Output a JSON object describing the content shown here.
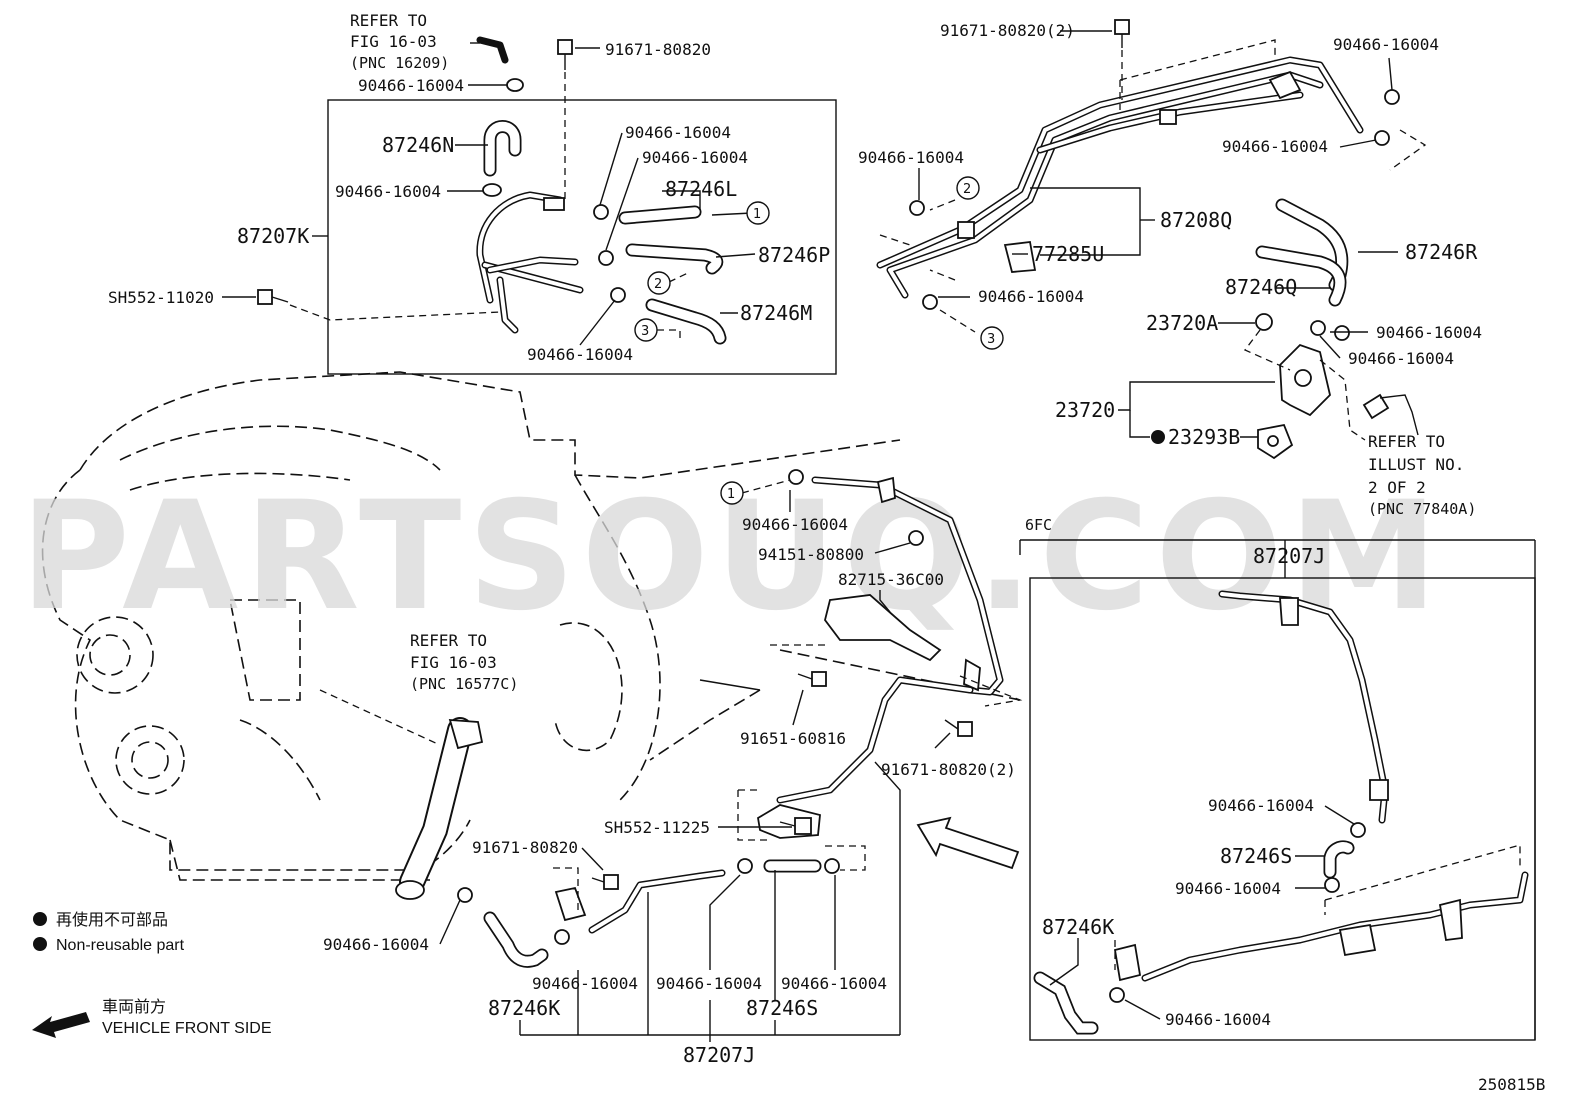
{
  "watermark": "PARTSOUQ.COM",
  "diagram_id": "250815B",
  "refs": {
    "ref1": [
      "REFER TO",
      "FIG 16-03",
      "(PNC 16209)"
    ],
    "ref2": [
      "REFER TO",
      "FIG 16-03",
      "(PNC 16577C)"
    ],
    "ref3": [
      "REFER TO",
      "ILLUST NO.",
      "2 OF 2",
      "(PNC 77840A)"
    ]
  },
  "labels": {
    "p91671_80820_top": "91671-80820",
    "p90466_ref": "90466-16004",
    "p87246N": "87246N",
    "p90466_a": "90466-16004",
    "p90466_b": "90466-16004",
    "p90466_c": "90466-16004",
    "p87246L": "87246L",
    "p87207K": "87207K",
    "p87246P": "87246P",
    "pSH552_11020": "SH552-11020",
    "p87246M": "87246M",
    "p90466_d": "90466-16004",
    "p91671_80820_2_top": "91671-80820(2)",
    "p90466_tr1": "90466-16004",
    "p90466_tr2": "90466-16004",
    "p90466_e": "90466-16004",
    "p87208Q": "87208Q",
    "p77285U": "77285U",
    "p90466_f": "90466-16004",
    "p87246R": "87246R",
    "p87246Q": "87246Q",
    "p23720A": "23720A",
    "p90466_g": "90466-16004",
    "p90466_h": "90466-16004",
    "p23720": "23720",
    "p23293B": "23293B",
    "p90466_i": "90466-16004",
    "p94151_80800": "94151-80800",
    "p82715_36C00": "82715-36C00",
    "p6FC": "6FC",
    "p87207J_box": "87207J",
    "p91651_60816": "91651-60816",
    "p91671_80820_2_mid": "91671-80820(2)",
    "pSH552_11225": "SH552-11225",
    "p91671_80820_low": "91671-80820",
    "p90466_j": "90466-16004",
    "p87246S_box": "87246S",
    "p90466_k": "90466-16004",
    "p90466_l": "90466-16004",
    "p87246K_box": "87246K",
    "p90466_m": "90466-16004",
    "p90466_n": "90466-16004",
    "p90466_o": "90466-16004",
    "p90466_p": "90466-16004",
    "p87246K_bot": "87246K",
    "p87246S_bot": "87246S",
    "p87207J_bot": "87207J"
  },
  "callouts": [
    "1",
    "2",
    "3"
  ],
  "legend": {
    "jp": "再使用不可部品",
    "en": "Non-reusable part",
    "front_jp": "車両前方",
    "front_en": "VEHICLE FRONT SIDE"
  }
}
